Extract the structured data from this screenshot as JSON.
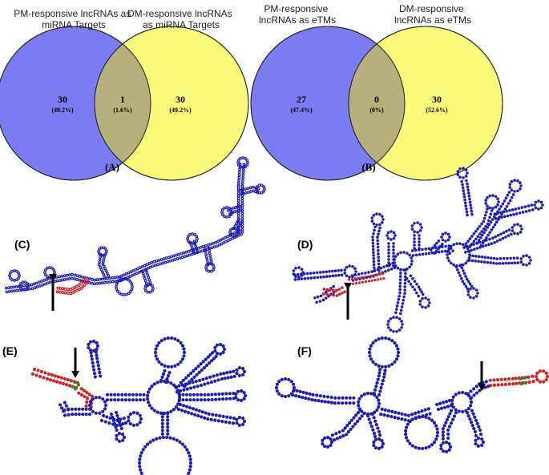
{
  "venn_a": {
    "left_title": [
      "PM-responsive lncRNAs as",
      "miRNA Targets"
    ],
    "right_title": [
      "DM-responsive lncRNAs",
      "as miRNA Targets"
    ],
    "left_count": "30",
    "left_pct": "(49.2%)",
    "overlap_count": "1",
    "overlap_pct": "(1.6%)",
    "right_count": "30",
    "right_pct": "(49.2%)",
    "label": "(A)"
  },
  "venn_b": {
    "left_title": [
      "PM-responsive",
      "lncRNAs as eTMs"
    ],
    "right_title": [
      "DM-responsive",
      "lncRNAs as eTMs"
    ],
    "left_count": "27",
    "left_pct": "(47.4%)",
    "overlap_count": "0",
    "overlap_pct": "(0%)",
    "right_count": "30",
    "right_pct": "(52.6%)",
    "label": "(B)"
  },
  "structure_panels": {
    "c": "(C)",
    "d": "(D)",
    "e": "(E)",
    "f": "(F)"
  },
  "colors": {
    "pm_circle": "#7b7bf2",
    "dm_circle": "#fbfb7b",
    "overlap": "#b6b07c",
    "nucleotide": "#1d1db4",
    "binding_site": "#d42020",
    "seed": "#2f8a2f",
    "arrow": "#000000"
  }
}
